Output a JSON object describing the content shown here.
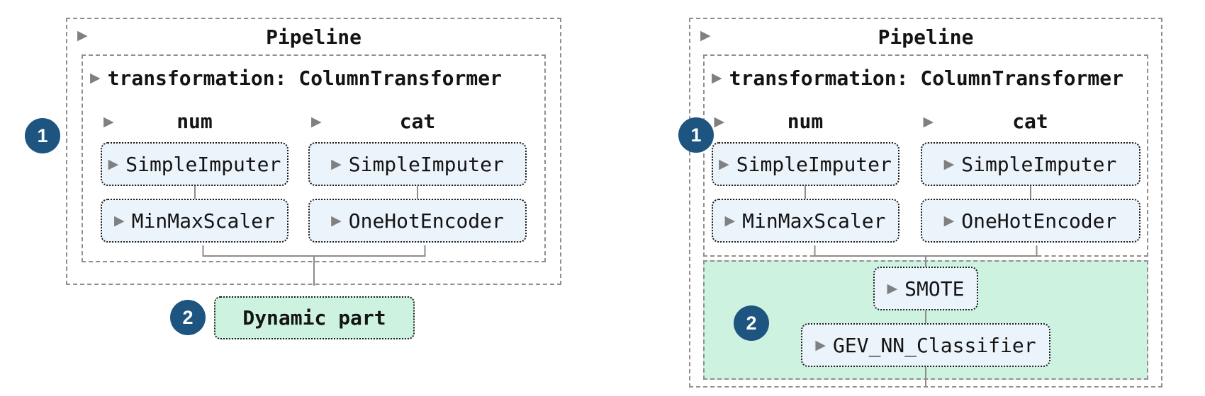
{
  "palette": {
    "badge_blue": "#1d5480",
    "estimator_fill": "#ebf3fb",
    "dynamic_green": "#cdf3e0",
    "dashed_border_gray": "#8f8f8f",
    "connector_gray": "#8c8c8c"
  },
  "badges": {
    "one": "1",
    "two": "2"
  },
  "left": {
    "title": "Pipeline",
    "heading": "transformation: ColumnTransformer",
    "columns": [
      {
        "header": "num",
        "steps": [
          "SimpleImputer",
          "MinMaxScaler"
        ]
      },
      {
        "header": "cat",
        "steps": [
          "SimpleImputer",
          "OneHotEncoder"
        ]
      }
    ],
    "dynamic_label": "Dynamic part"
  },
  "right": {
    "title": "Pipeline",
    "heading": "transformation: ColumnTransformer",
    "columns": [
      {
        "header": "num",
        "steps": [
          "SimpleImputer",
          "MinMaxScaler"
        ]
      },
      {
        "header": "cat",
        "steps": [
          "SimpleImputer",
          "OneHotEncoder"
        ]
      }
    ],
    "dynamic_steps": [
      "SMOTE",
      "GEV_NN_Classifier"
    ]
  }
}
